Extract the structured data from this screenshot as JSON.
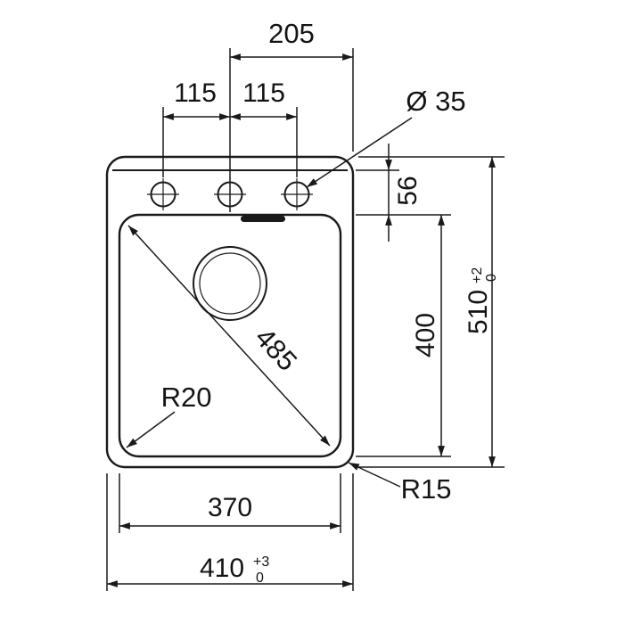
{
  "drawing": {
    "colors": {
      "line": "#1a1a1a",
      "text": "#141414",
      "background": "#ffffff"
    },
    "labels": {
      "width_center_to_edge": "205",
      "hole_pitch_left": "115",
      "hole_pitch_right": "115",
      "hole_diameter": "Ø 35",
      "rim_to_bowl": "56",
      "bowl_length": "400",
      "overall_length": "510",
      "overall_length_tol_plus": "+2",
      "overall_length_tol_minus": "0",
      "bowl_diagonal": "485",
      "bowl_corner_radius": "R20",
      "outer_corner_radius": "R15",
      "bowl_width": "370",
      "overall_width": "410",
      "overall_width_tol_plus": "+3",
      "overall_width_tol_minus": "0"
    }
  }
}
